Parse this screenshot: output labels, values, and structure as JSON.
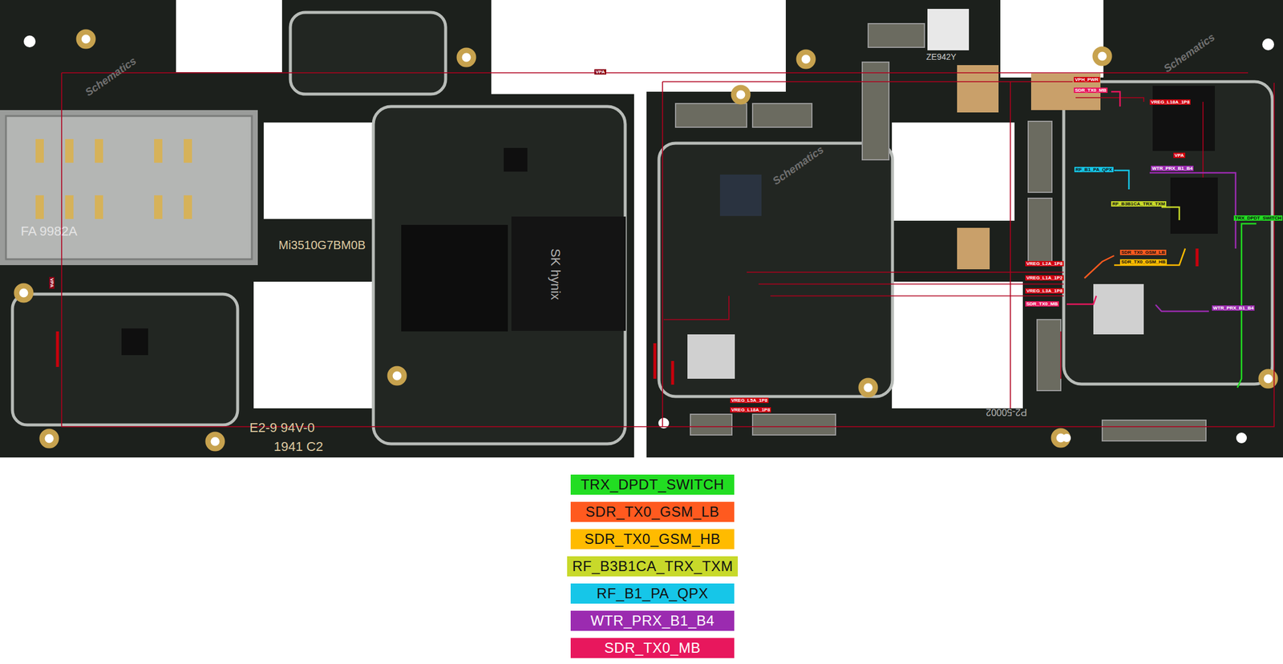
{
  "diagram": {
    "labels": [
      "FA 9982A",
      "Mi3510G7BM0B",
      "SK hynix",
      "ZE942Y",
      "E2-9 94V-0",
      "1941 C2",
      "P2-50002",
      "VPA",
      "VPA",
      "VPH_PWR",
      "SDR_TX0_MB",
      "RF_B1_PA_QPX",
      "VPA",
      "WTR_PRX_B1_B4",
      "RF_B3B1CA_TRX_TXM",
      "TRX_DPDT_SWITCH",
      "SDR_TX0_GSM_LB",
      "SDR_TX0_GSM_HB",
      "VREG_L2A_1P8",
      "VREG_L1A_1P2",
      "VREG_L3A_1P8",
      "SDR_TX0_MB",
      "WTR_PRX_B1_B4",
      "VREG_L5A_1P8",
      "VREG_L18A_1P8",
      "VREG_L18A_1P8",
      "Schematics",
      "Schematics",
      "Schematics"
    ],
    "legend": [
      {
        "text": "TRX_DPDT_SWITCH",
        "color": "#22dd22"
      },
      {
        "text": "SDR_TX0_GSM_LB",
        "color": "#ff5a1f"
      },
      {
        "text": "SDR_TX0_GSM_HB",
        "color": "#ffbb00"
      },
      {
        "text": "RF_B3B1CA_TRX_TXM",
        "color": "#c8d92a"
      },
      {
        "text": "RF_B1_PA_QPX",
        "color": "#16c6e8"
      },
      {
        "text": "WTR_PRX_B1_B4",
        "color": "#9b2bb0"
      },
      {
        "text": "SDR_TX0_MB",
        "color": "#e8175d"
      }
    ]
  }
}
